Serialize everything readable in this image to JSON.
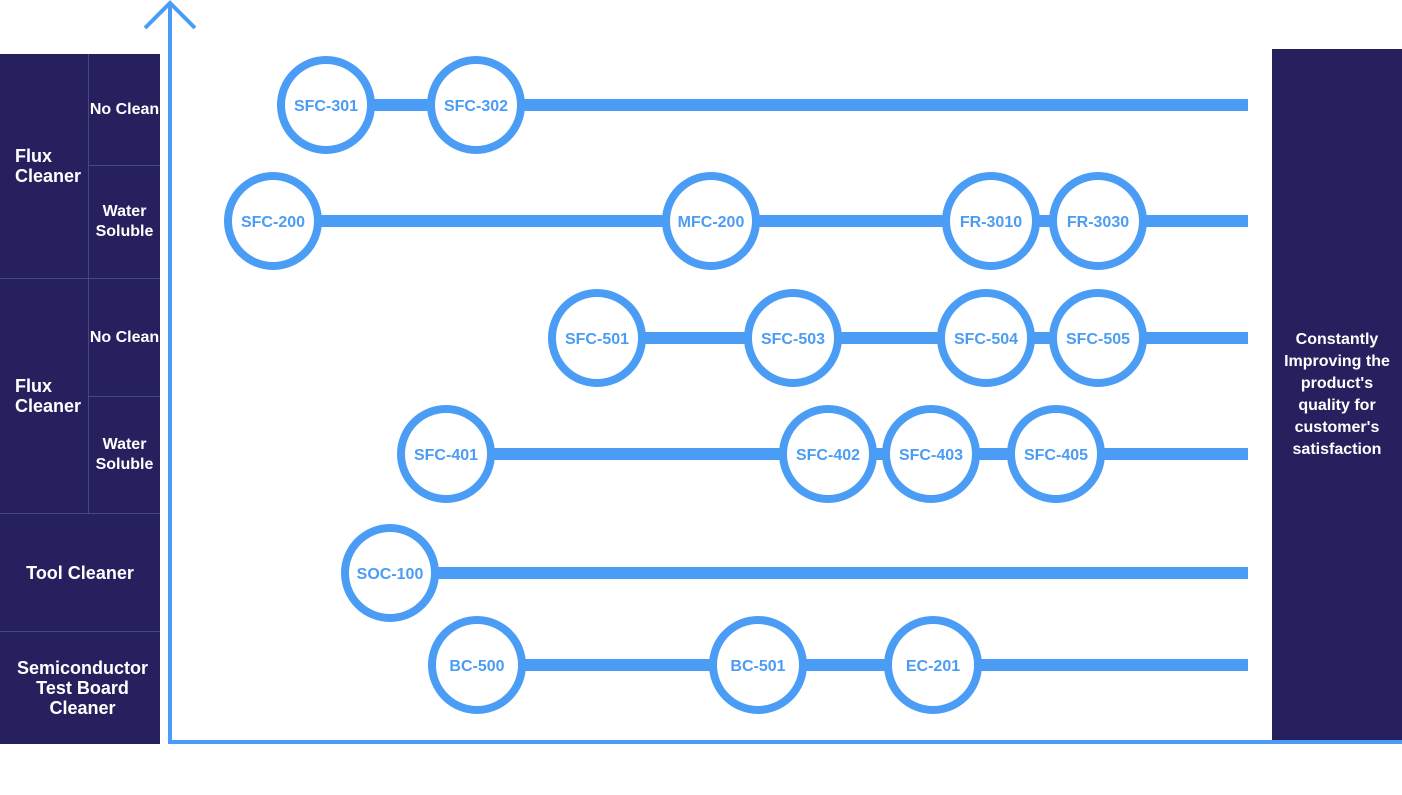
{
  "categories": [
    {
      "label": "Flux Cleaner",
      "subs": [
        {
          "label": "No Clean"
        },
        {
          "label": "Water Soluble"
        }
      ]
    },
    {
      "label": "Flux Cleaner",
      "subs": [
        {
          "label": "No Clean"
        },
        {
          "label": "Water Soluble"
        }
      ]
    },
    {
      "label": "Tool Cleaner",
      "subs": []
    },
    {
      "label": "Semiconductor Test Board Cleaner",
      "subs": []
    }
  ],
  "right_panel": {
    "text": "Constantly Improving the product's quality for customer's satisfaction"
  },
  "rows": [
    {
      "products": [
        "SFC-301",
        "SFC-302"
      ]
    },
    {
      "products": [
        "SFC-200",
        "MFC-200",
        "FR-3010",
        "FR-3030"
      ]
    },
    {
      "products": [
        "SFC-501",
        "SFC-503",
        "SFC-504",
        "SFC-505"
      ]
    },
    {
      "products": [
        "SFC-401",
        "SFC-402",
        "SFC-403",
        "SFC-405"
      ]
    },
    {
      "products": [
        "SOC-100"
      ]
    },
    {
      "products": [
        "BC-500",
        "BC-501",
        "EC-201"
      ]
    }
  ],
  "colors": {
    "navy": "#26215e",
    "accent": "#4a9cf5",
    "white": "#ffffff"
  }
}
